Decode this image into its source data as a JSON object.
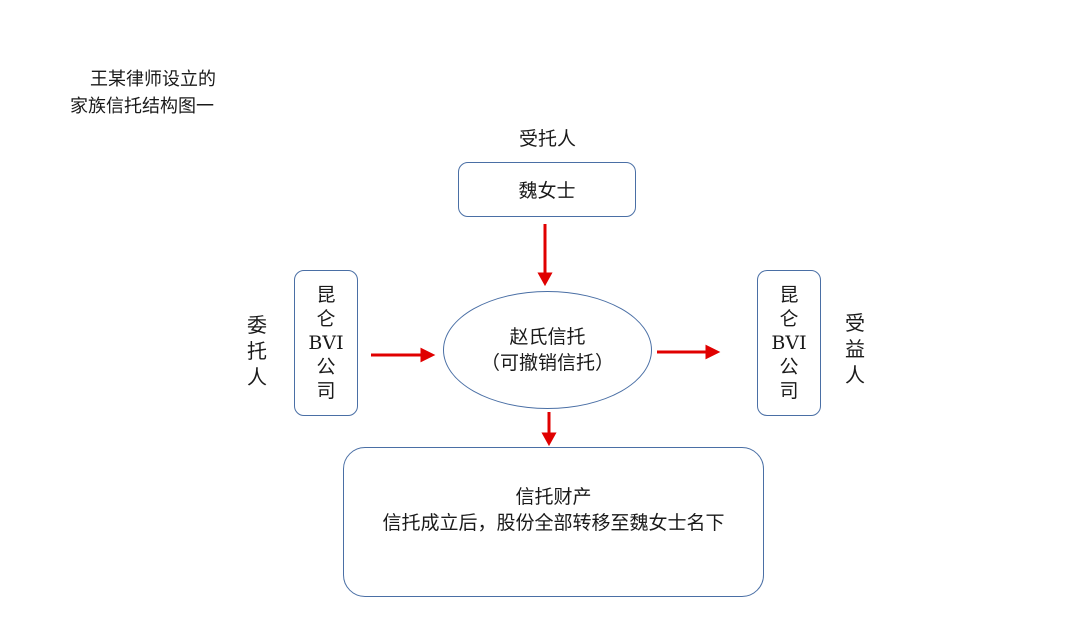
{
  "title": {
    "line1": "王某律师设立的",
    "line2": "家族信托结构图一"
  },
  "trustee": {
    "role": "受托人",
    "name": "魏女士"
  },
  "settlor": {
    "role": [
      "委",
      "托",
      "人"
    ],
    "name": [
      "昆",
      "仑",
      "BVI",
      "公",
      "司"
    ]
  },
  "beneficiary": {
    "role": [
      "受",
      "益",
      "人"
    ],
    "name": [
      "昆",
      "仑",
      "BVI",
      "公",
      "司"
    ]
  },
  "trust": {
    "name": "赵氏信托",
    "type": "（可撤销信托）"
  },
  "assets": {
    "title": "信托财产",
    "description": "信托成立后，股份全部转移至魏女士名下"
  },
  "colors": {
    "border": "#4a6fa5",
    "arrow": "#e00000"
  }
}
